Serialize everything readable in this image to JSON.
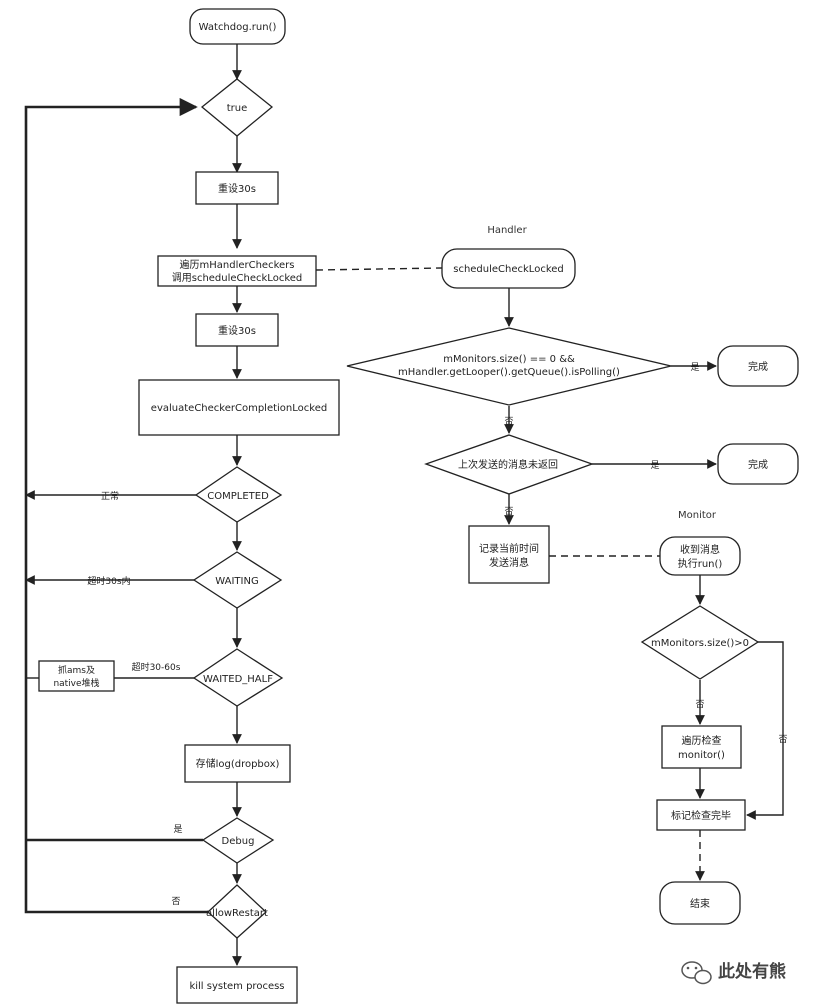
{
  "left_flow": {
    "start": "Watchdog.run()",
    "loop": "true",
    "reset1": "重设30s",
    "traverse_line1": "遍历mHandlerCheckers",
    "traverse_line2": "调用scheduleCheckLocked",
    "reset2": "重设30s",
    "evaluate": "evaluateCheckerCompletionLocked",
    "completed": "COMPLETED",
    "completed_edge": "正常",
    "waiting": "WAITING",
    "waiting_edge": "超时30s内",
    "waited_half": "WAITED_HALF",
    "waited_half_edge": "超时30-60s",
    "dump_line1": "抓ams及",
    "dump_line2": "native堆栈",
    "store_log": "存储log(dropbox)",
    "debug": "Debug",
    "debug_yes": "是",
    "allow_restart": "allowRestart",
    "allow_no": "否",
    "kill": "kill system process"
  },
  "handler_flow": {
    "header": "Handler",
    "schedule": "scheduleCheckLocked",
    "cond_line1": "mMonitors.size() == 0 &&",
    "cond_line2": "mHandler.getLooper().getQueue().isPolling()",
    "cond_yes": "是",
    "done1": "完成",
    "cond_no": "否",
    "cond2": "上次发送的消息未返回",
    "cond2_yes": "是",
    "done2": "完成",
    "cond2_no": "否",
    "record_line1": "记录当前时间",
    "record_line2": "发送消息"
  },
  "monitor_flow": {
    "header": "Monitor",
    "receive_line1": "收到消息",
    "receive_line2": "执行run()",
    "check": "mMonitors.size()>0",
    "check_no_down": "否",
    "check_no_right": "否",
    "traverse_line1": "遍历检查",
    "traverse_line2": "monitor()",
    "mark": "标记检查完毕",
    "end": "结束"
  },
  "watermark": "此处有熊",
  "icon": "wechat-icon"
}
